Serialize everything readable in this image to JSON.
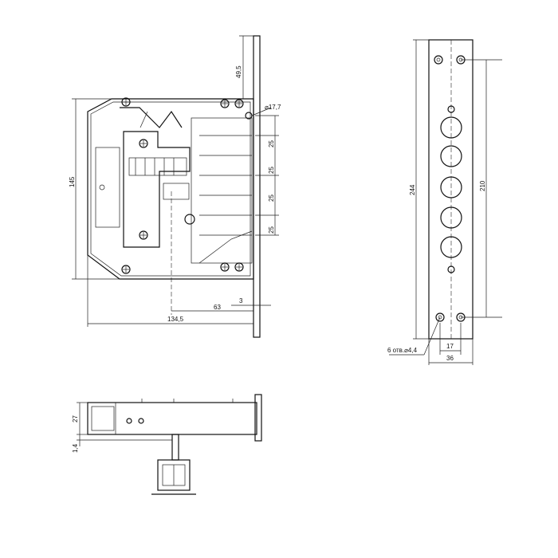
{
  "dimensions": {
    "d_49_5": "49,5",
    "d_17_7": "⌀17,7",
    "d_25_a": "25",
    "d_25_b": "25",
    "d_25_c": "25",
    "d_25_d": "25",
    "d_145": "145",
    "d_63": "63",
    "d_3": "3",
    "d_134_5": "134,5",
    "d_244": "244",
    "d_210": "210",
    "d_17": "17",
    "d_36": "36",
    "d_holes": "6 отв.⌀4,4",
    "d_27": "27",
    "d_1_4": "1,4"
  }
}
